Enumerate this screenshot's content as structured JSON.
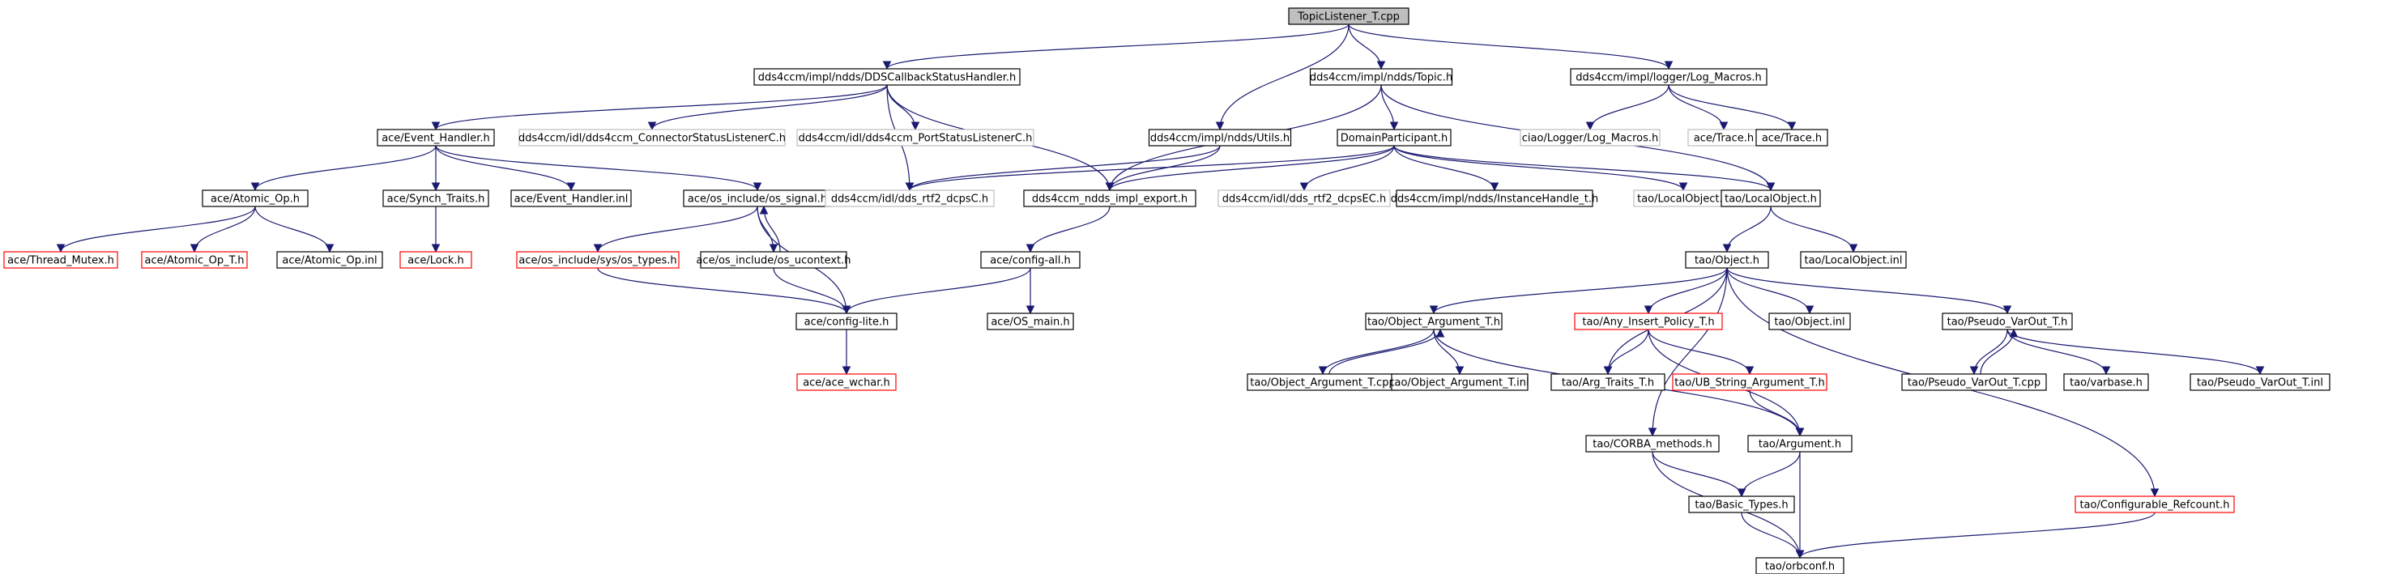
{
  "colors": {
    "root_fill": "#bfbfbf",
    "normal_border": "#000000",
    "missing_border": "#bfbfbf",
    "truncated_border": "#ff0000",
    "edge": "#191970"
  },
  "nodes": [
    {
      "id": "root",
      "label": "TopicListener_T.cpp",
      "kind": "root"
    },
    {
      "id": "dds_cb",
      "label": "dds4ccm/impl/ndds/DDSCallbackStatusHandler.h",
      "kind": "normal"
    },
    {
      "id": "topic_h",
      "label": "dds4ccm/impl/ndds/Topic.h",
      "kind": "normal"
    },
    {
      "id": "logmacros",
      "label": "dds4ccm/impl/logger/Log_Macros.h",
      "kind": "normal"
    },
    {
      "id": "ev_handler",
      "label": "ace/Event_Handler.h",
      "kind": "normal"
    },
    {
      "id": "conn_status",
      "label": "dds4ccm/idl/dds4ccm_ConnectorStatusListenerC.h",
      "kind": "missing"
    },
    {
      "id": "port_status",
      "label": "dds4ccm/idl/dds4ccm_PortStatusListenerC.h",
      "kind": "missing"
    },
    {
      "id": "utils_h",
      "label": "dds4ccm/impl/ndds/Utils.h",
      "kind": "normal"
    },
    {
      "id": "domain_p",
      "label": "DomainParticipant.h",
      "kind": "normal"
    },
    {
      "id": "ciao_log",
      "label": "ciao/Logger/Log_Macros.h",
      "kind": "missing"
    },
    {
      "id": "ace_trace_m",
      "label": "ace/Trace.h",
      "kind": "missing"
    },
    {
      "id": "ace_trace",
      "label": "ace/Trace.h",
      "kind": "normal"
    },
    {
      "id": "atomic_op",
      "label": "ace/Atomic_Op.h",
      "kind": "normal"
    },
    {
      "id": "synch_traits",
      "label": "ace/Synch_Traits.h",
      "kind": "normal"
    },
    {
      "id": "ev_inl",
      "label": "ace/Event_Handler.inl",
      "kind": "normal"
    },
    {
      "id": "os_signal",
      "label": "ace/os_include/os_signal.h",
      "kind": "normal"
    },
    {
      "id": "rtf2_c",
      "label": "dds4ccm/idl/dds_rtf2_dcpsC.h",
      "kind": "missing"
    },
    {
      "id": "ndds_export",
      "label": "dds4ccm_ndds_impl_export.h",
      "kind": "normal"
    },
    {
      "id": "rtf2_ec",
      "label": "dds4ccm/idl/dds_rtf2_dcpsEC.h",
      "kind": "missing"
    },
    {
      "id": "inst_handle",
      "label": "dds4ccm/impl/ndds/InstanceHandle_t.h",
      "kind": "normal"
    },
    {
      "id": "tao_lo_m",
      "label": "tao/LocalObject.h",
      "kind": "missing"
    },
    {
      "id": "tao_lo",
      "label": "tao/LocalObject.h",
      "kind": "normal"
    },
    {
      "id": "thread_mutex",
      "label": "ace/Thread_Mutex.h",
      "kind": "truncated"
    },
    {
      "id": "atomic_op_t",
      "label": "ace/Atomic_Op_T.h",
      "kind": "truncated"
    },
    {
      "id": "atomic_op_inl",
      "label": "ace/Atomic_Op.inl",
      "kind": "normal"
    },
    {
      "id": "lock_h",
      "label": "ace/Lock.h",
      "kind": "truncated"
    },
    {
      "id": "os_types",
      "label": "ace/os_include/sys/os_types.h",
      "kind": "truncated"
    },
    {
      "id": "os_ucontext",
      "label": "ace/os_include/os_ucontext.h",
      "kind": "normal"
    },
    {
      "id": "config_all",
      "label": "ace/config-all.h",
      "kind": "normal"
    },
    {
      "id": "config_lite",
      "label": "ace/config-lite.h",
      "kind": "normal"
    },
    {
      "id": "os_main",
      "label": "ace/OS_main.h",
      "kind": "normal"
    },
    {
      "id": "ace_wchar",
      "label": "ace/ace_wchar.h",
      "kind": "truncated"
    },
    {
      "id": "tao_object",
      "label": "tao/Object.h",
      "kind": "normal"
    },
    {
      "id": "tao_lo_inl",
      "label": "tao/LocalObject.inl",
      "kind": "normal"
    },
    {
      "id": "obj_arg_t",
      "label": "tao/Object_Argument_T.h",
      "kind": "normal"
    },
    {
      "id": "any_insert",
      "label": "tao/Any_Insert_Policy_T.h",
      "kind": "truncated"
    },
    {
      "id": "object_inl",
      "label": "tao/Object.inl",
      "kind": "normal"
    },
    {
      "id": "pseudo_varout",
      "label": "tao/Pseudo_VarOut_T.h",
      "kind": "normal"
    },
    {
      "id": "obj_arg_cpp",
      "label": "tao/Object_Argument_T.cpp",
      "kind": "normal"
    },
    {
      "id": "obj_arg_inl",
      "label": "tao/Object_Argument_T.inl",
      "kind": "normal"
    },
    {
      "id": "arg_traits",
      "label": "tao/Arg_Traits_T.h",
      "kind": "normal"
    },
    {
      "id": "ub_string",
      "label": "tao/UB_String_Argument_T.h",
      "kind": "truncated"
    },
    {
      "id": "pseudo_cpp",
      "label": "tao/Pseudo_VarOut_T.cpp",
      "kind": "normal"
    },
    {
      "id": "varbase",
      "label": "tao/varbase.h",
      "kind": "normal"
    },
    {
      "id": "pseudo_inl",
      "label": "tao/Pseudo_VarOut_T.inl",
      "kind": "normal"
    },
    {
      "id": "corba_methods",
      "label": "tao/CORBA_methods.h",
      "kind": "normal"
    },
    {
      "id": "argument",
      "label": "tao/Argument.h",
      "kind": "normal"
    },
    {
      "id": "basic_types",
      "label": "tao/Basic_Types.h",
      "kind": "normal"
    },
    {
      "id": "cfg_refcount",
      "label": "tao/Configurable_Refcount.h",
      "kind": "truncated"
    },
    {
      "id": "orbconf",
      "label": "tao/orbconf.h",
      "kind": "normal"
    }
  ],
  "edges": [
    [
      "root",
      "dds_cb"
    ],
    [
      "root",
      "topic_h"
    ],
    [
      "root",
      "logmacros"
    ],
    [
      "root",
      "utils_h"
    ],
    [
      "dds_cb",
      "ev_handler"
    ],
    [
      "dds_cb",
      "conn_status"
    ],
    [
      "dds_cb",
      "port_status"
    ],
    [
      "dds_cb",
      "rtf2_c"
    ],
    [
      "dds_cb",
      "ndds_export"
    ],
    [
      "topic_h",
      "domain_p"
    ],
    [
      "topic_h",
      "ndds_export"
    ],
    [
      "topic_h",
      "tao_lo"
    ],
    [
      "logmacros",
      "ciao_log"
    ],
    [
      "logmacros",
      "ace_trace_m"
    ],
    [
      "logmacros",
      "ace_trace"
    ],
    [
      "utils_h",
      "rtf2_c"
    ],
    [
      "utils_h",
      "ndds_export"
    ],
    [
      "domain_p",
      "rtf2_c"
    ],
    [
      "domain_p",
      "ndds_export"
    ],
    [
      "domain_p",
      "rtf2_ec"
    ],
    [
      "domain_p",
      "inst_handle"
    ],
    [
      "domain_p",
      "tao_lo_m"
    ],
    [
      "domain_p",
      "tao_lo"
    ],
    [
      "ev_handler",
      "atomic_op"
    ],
    [
      "ev_handler",
      "synch_traits"
    ],
    [
      "ev_handler",
      "ev_inl"
    ],
    [
      "ev_handler",
      "os_signal"
    ],
    [
      "atomic_op",
      "thread_mutex"
    ],
    [
      "atomic_op",
      "atomic_op_t"
    ],
    [
      "atomic_op",
      "atomic_op_inl"
    ],
    [
      "synch_traits",
      "lock_h"
    ],
    [
      "os_signal",
      "os_types"
    ],
    [
      "os_signal",
      "os_ucontext"
    ],
    [
      "os_signal",
      "config_lite"
    ],
    [
      "os_ucontext",
      "os_signal"
    ],
    [
      "os_types",
      "config_lite"
    ],
    [
      "os_ucontext",
      "config_lite"
    ],
    [
      "ndds_export",
      "config_all"
    ],
    [
      "config_all",
      "config_lite"
    ],
    [
      "config_all",
      "os_main"
    ],
    [
      "config_lite",
      "ace_wchar"
    ],
    [
      "tao_lo",
      "tao_object"
    ],
    [
      "tao_lo",
      "tao_lo_inl"
    ],
    [
      "tao_object",
      "obj_arg_t"
    ],
    [
      "tao_object",
      "any_insert"
    ],
    [
      "tao_object",
      "object_inl"
    ],
    [
      "tao_object",
      "pseudo_varout"
    ],
    [
      "tao_object",
      "arg_traits"
    ],
    [
      "tao_object",
      "corba_methods"
    ],
    [
      "tao_object",
      "cfg_refcount"
    ],
    [
      "obj_arg_t",
      "obj_arg_cpp"
    ],
    [
      "obj_arg_cpp",
      "obj_arg_t"
    ],
    [
      "obj_arg_t",
      "obj_arg_inl"
    ],
    [
      "obj_arg_t",
      "argument"
    ],
    [
      "any_insert",
      "arg_traits"
    ],
    [
      "any_insert",
      "ub_string"
    ],
    [
      "any_insert",
      "argument"
    ],
    [
      "pseudo_varout",
      "pseudo_cpp"
    ],
    [
      "pseudo_cpp",
      "pseudo_varout"
    ],
    [
      "pseudo_varout",
      "varbase"
    ],
    [
      "pseudo_varout",
      "pseudo_inl"
    ],
    [
      "ub_string",
      "argument"
    ],
    [
      "corba_methods",
      "basic_types"
    ],
    [
      "corba_methods",
      "orbconf"
    ],
    [
      "argument",
      "basic_types"
    ],
    [
      "argument",
      "orbconf"
    ],
    [
      "basic_types",
      "orbconf"
    ],
    [
      "cfg_refcount",
      "orbconf"
    ]
  ]
}
